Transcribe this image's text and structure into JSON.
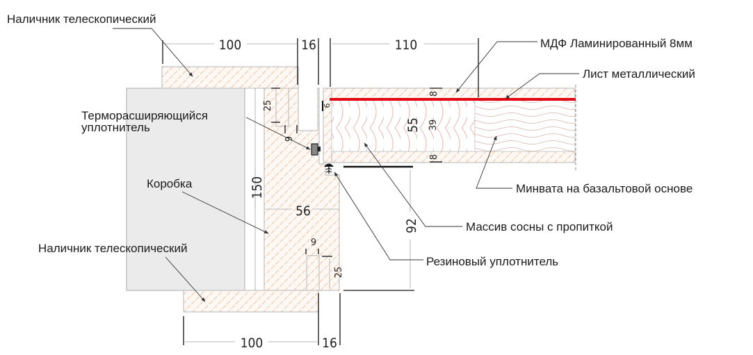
{
  "diagram": {
    "title": "Door frame cross-section",
    "colors": {
      "wood_hatch": "#e8a06a",
      "metal_sheet": "#e30613",
      "gray_panel": "#ebebeb",
      "mineral_wool": "#d4a8a0"
    },
    "labels": {
      "top_architrave": "Наличник телескопический",
      "mdf": "МДФ Ламинированный 8мм",
      "metal_sheet": "Лист металлический",
      "thermal_seal_line1": "Терморасширяющийся",
      "thermal_seal_line2": "уплотнитель",
      "frame_box": "Коробка",
      "bottom_architrave": "Наличник телескопический",
      "mineral_wool": "Минвата на базальтовой основе",
      "pine": "Массив сосны с пропиткой",
      "rubber_seal": "Резиновый уплотнитель"
    },
    "dimensions": {
      "top_architrave_width": "100",
      "top_gap": "16",
      "leaf_width": "110",
      "slot_depth_top": "25",
      "slot_width_top": "9",
      "seal_offset": "6",
      "leaf_thickness": "55",
      "core_thickness": "39",
      "mdf_top": "8",
      "mdf_bottom": "8",
      "frame_depth": "150",
      "frame_width": "56",
      "rebate": "92",
      "slot_width_bottom": "9",
      "slot_depth_bottom": "25",
      "bottom_architrave_width": "100",
      "bottom_gap": "16"
    }
  }
}
